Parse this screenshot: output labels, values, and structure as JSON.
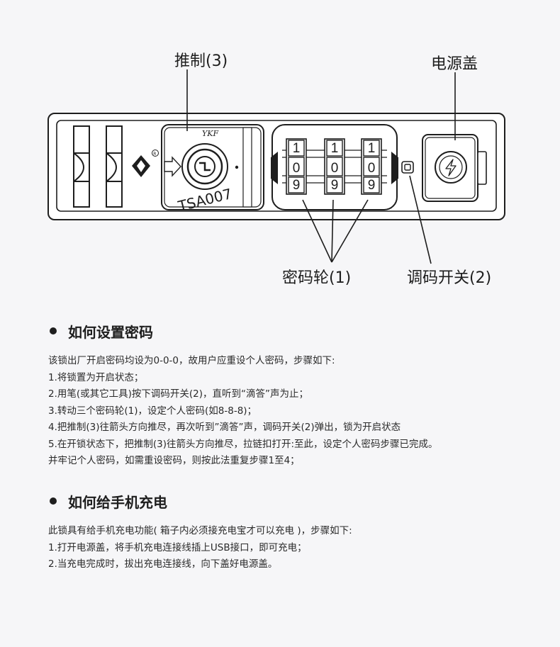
{
  "diagram": {
    "callouts": {
      "push_rod": "推制(3)",
      "power_cover": "电源盖",
      "code_wheels": "密码轮(1)",
      "reset_switch": "调码开关(2)"
    },
    "brand_mark": "YKF",
    "tsa_label": "TSA007",
    "wheel_digits": {
      "top": [
        "1",
        "1",
        "1"
      ],
      "middle": [
        "0",
        "0",
        "0"
      ],
      "bottom": [
        "9",
        "9",
        "9"
      ]
    },
    "registered_mark": "®",
    "icons": [
      "arrow-right-icon",
      "tsa-diamond-logo",
      "lightning-icon"
    ]
  },
  "section_password": {
    "title": "如何设置密码",
    "lines": [
      "该锁出厂开启密码均设为0-0-0，故用户应重设个人密码，步骤如下:",
      "1.将锁置为开启状态；",
      "2.用笔(或其它工具)按下调码开关(2)，直听到“滴答”声为止；",
      "3.转动三个密码轮(1)，设定个人密码(如8-8-8)；",
      "4.把推制(3)往箭头方向推尽，再次听到”滴答”声，调码开关(2)弹出，锁为开启状态",
      "5.在开锁状态下，把推制(3)往箭头方向推尽，拉链扣打开:至此，设定个人密码步骤已完成。",
      "并牢记个人密码，如需重设密码，则按此法重复步骤1至4；"
    ]
  },
  "section_charging": {
    "title": "如何给手机充电",
    "lines": [
      "此锁具有给手机充电功能( 箱子内必须接充电宝才可以充电 )，步骤如下:",
      "1.打开电源盖，将手机充电连接线插上USB接口，即可充电；",
      "2.当充电完成时，拔出充电连接线，向下盖好电源盖。"
    ]
  }
}
